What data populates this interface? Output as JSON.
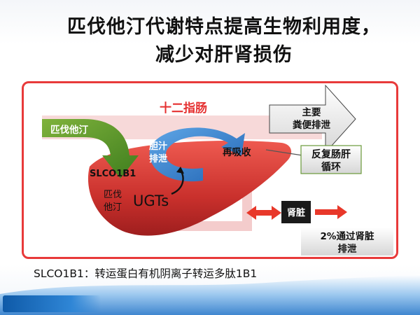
{
  "title": {
    "line1": "匹伐他汀代谢特点提高生物利用度，",
    "line2": "减少对肝肾损伤"
  },
  "diagram": {
    "duodenum_label": "十二指肠",
    "drug_label": "匹伐他汀",
    "transporter_label": "SLCO1B1",
    "bile_label_top": "胆汁",
    "bile_label_bottom": "排泄",
    "reabsorption_label": "再吸收",
    "liver_drug_top": "匹伐",
    "liver_drug_bottom": "他汀",
    "ugt_label": "UGTs",
    "main_box_top": "主要",
    "main_box_bottom": "粪便排泄",
    "cycle_box_top": "反复肠肝",
    "cycle_box_bottom": "循环",
    "kidney_label": "肾脏",
    "renal_top": "2%通过肾脏",
    "renal_bottom": "排泄"
  },
  "footnote": "SLCO1B1：转运蛋白有机阴离子转运多肽1B1",
  "colors": {
    "frame_border": "#e83a3a",
    "title_red": "#e53030",
    "drug_arrow_green": "#5b9a2a",
    "cycle_blue": "#2f78c8",
    "liver_red": "#d93a3a",
    "kidney_box": "#1a1a1a",
    "double_arrow_red": "#e8382a"
  },
  "icons": {
    "duodenum_arrow": "wide-right-arrow",
    "drug_arrow": "curved-down-arrow",
    "cycle": "circular-arrow",
    "kidney_link": "double-headed-arrow"
  }
}
